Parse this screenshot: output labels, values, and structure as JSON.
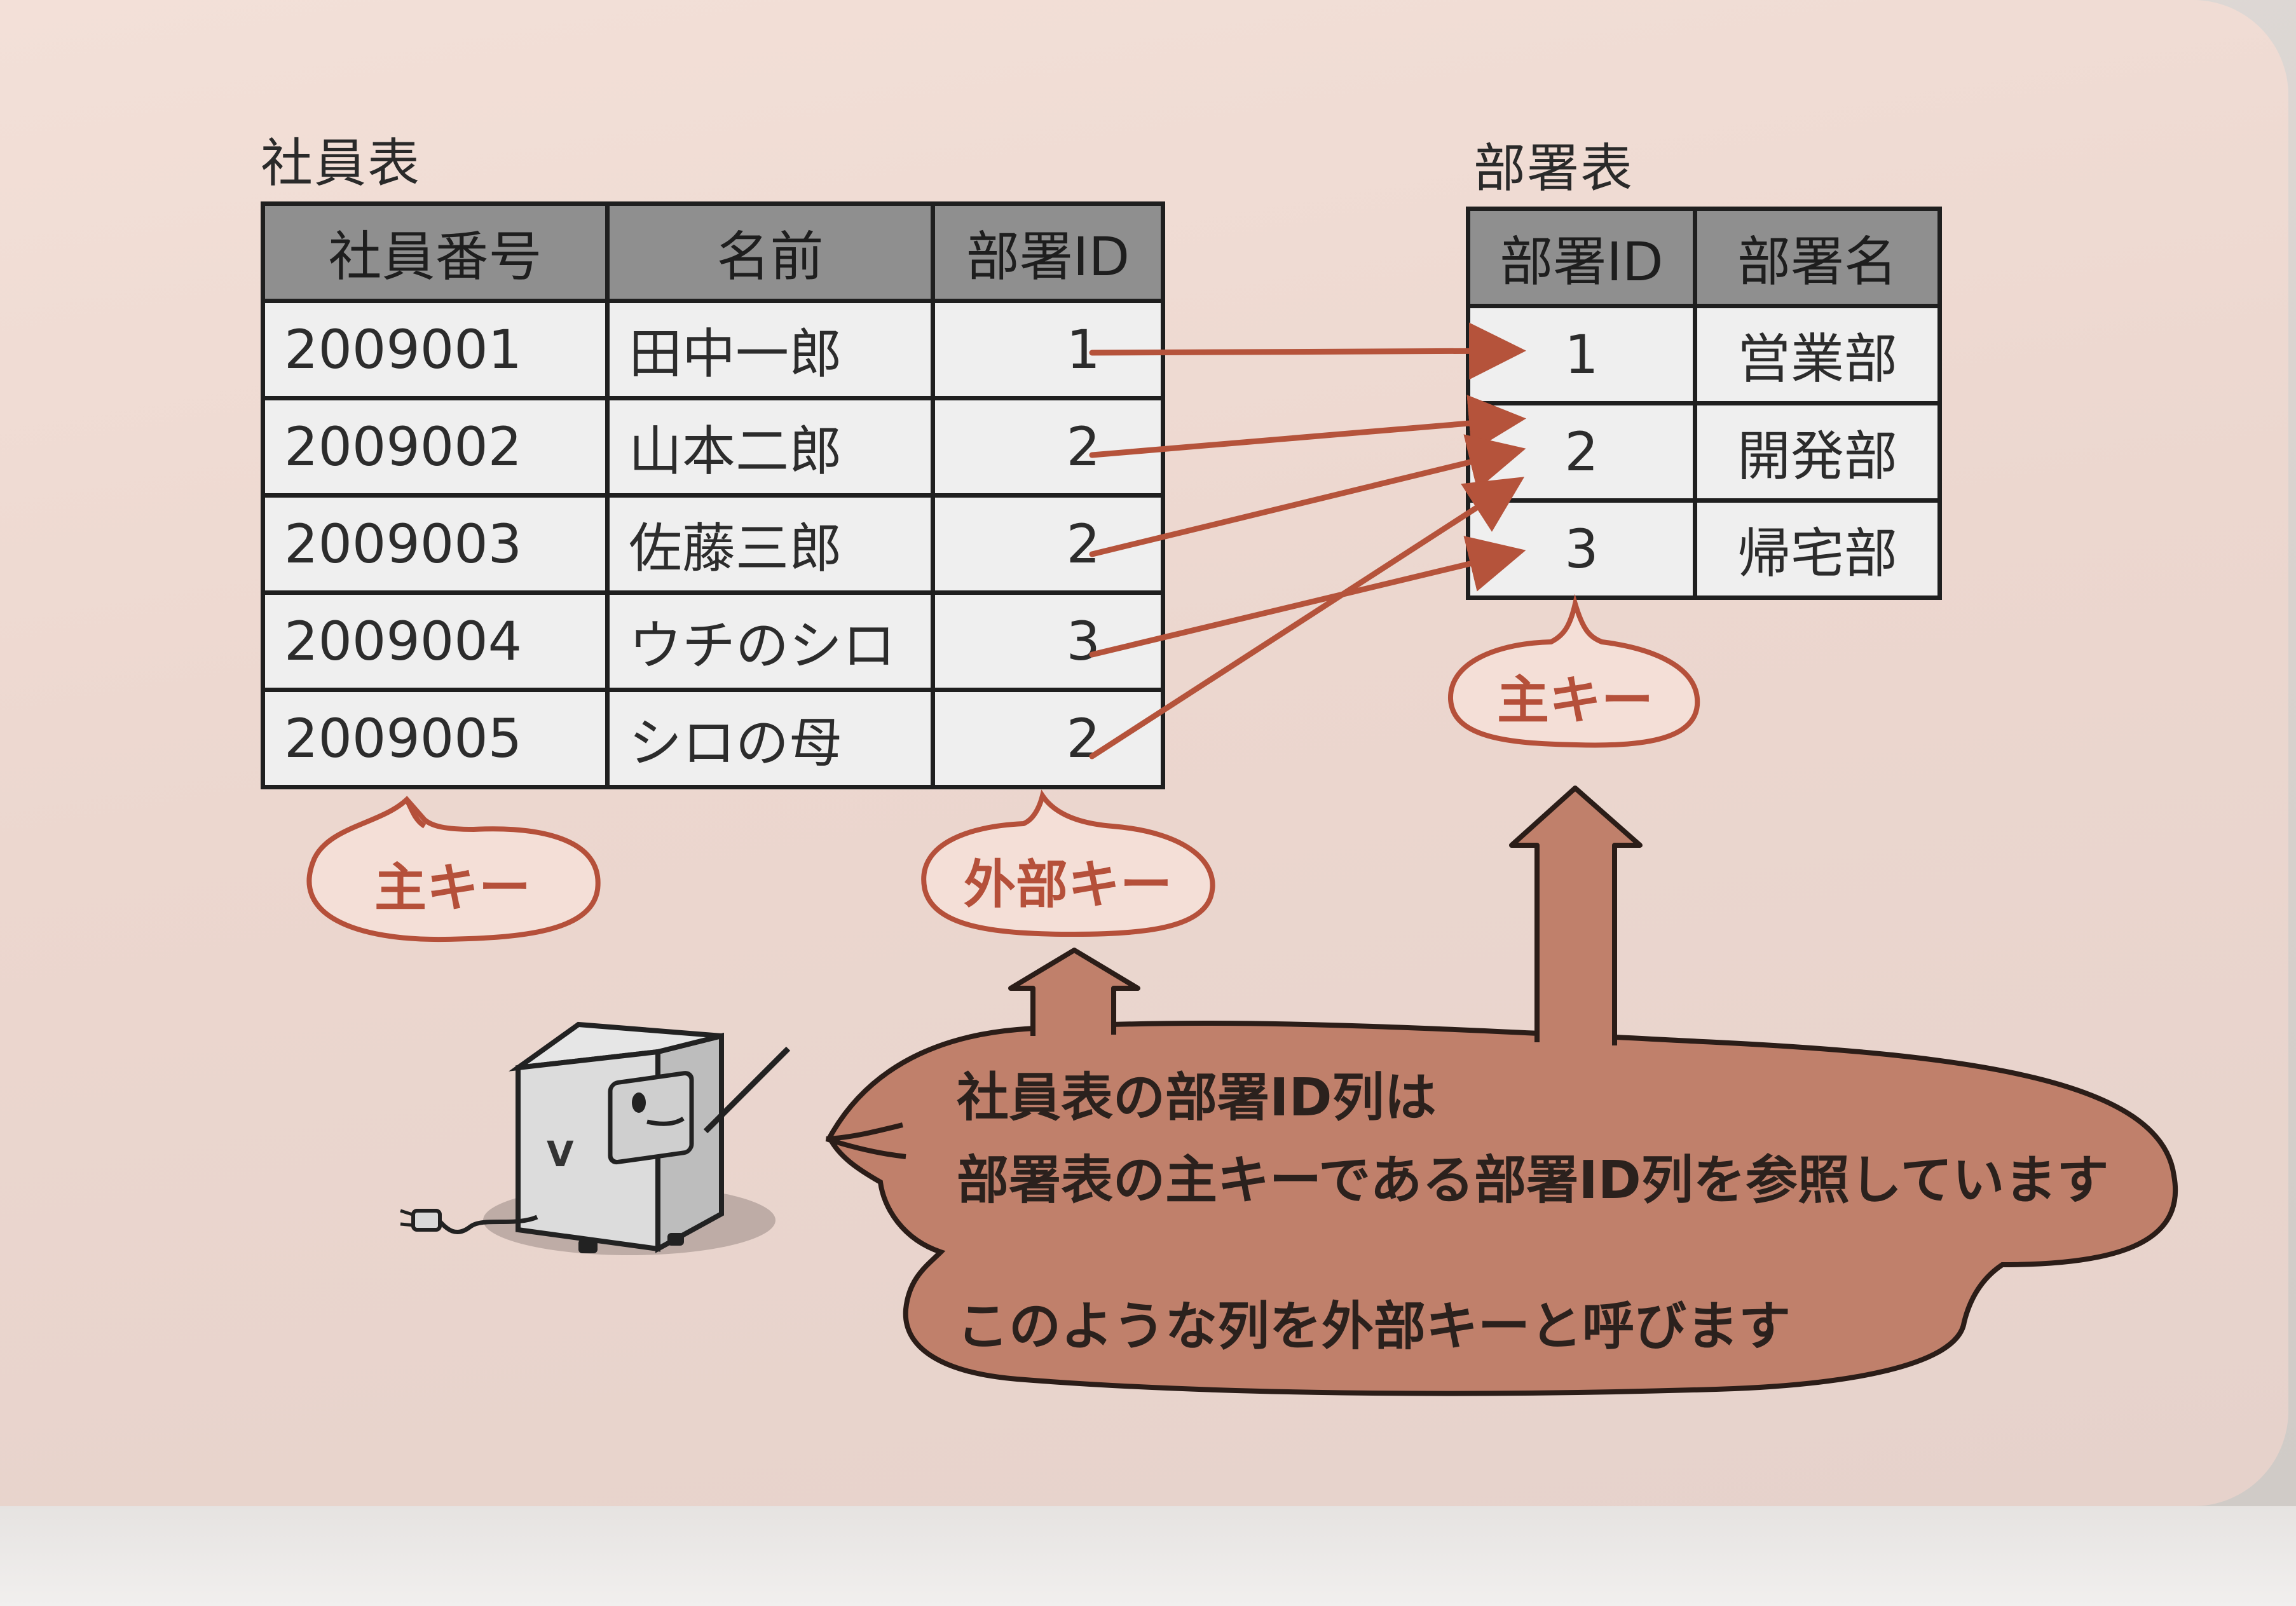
{
  "employee_table": {
    "title": "社員表",
    "headers": [
      "社員番号",
      "名前",
      "部署ID"
    ],
    "rows": [
      {
        "id": "2009001",
        "name": "田中一郎",
        "dept_id": "1"
      },
      {
        "id": "2009002",
        "name": "山本二郎",
        "dept_id": "2"
      },
      {
        "id": "2009003",
        "name": "佐藤三郎",
        "dept_id": "2"
      },
      {
        "id": "2009004",
        "name": "ウチのシロ",
        "dept_id": "3"
      },
      {
        "id": "2009005",
        "name": "シロの母",
        "dept_id": "2"
      }
    ]
  },
  "department_table": {
    "title": "部署表",
    "headers": [
      "部署ID",
      "部署名"
    ],
    "rows": [
      {
        "id": "1",
        "name": "営業部"
      },
      {
        "id": "2",
        "name": "開発部"
      },
      {
        "id": "3",
        "name": "帰宅部"
      }
    ]
  },
  "labels": {
    "employee_primary_key": "主キー",
    "foreign_key": "外部キー",
    "department_primary_key": "主キー"
  },
  "speech": {
    "line1": "社員表の部署ID列は",
    "line2": "部署表の主キーである部署ID列を参照しています",
    "line3": "このような列を外部キーと呼びます"
  },
  "colors": {
    "accent": "#b5503a",
    "speech_fill": "#c0806b",
    "page_background": "#efdcd4",
    "table_header": "#8f8f8f",
    "table_cell": "#efefef"
  }
}
